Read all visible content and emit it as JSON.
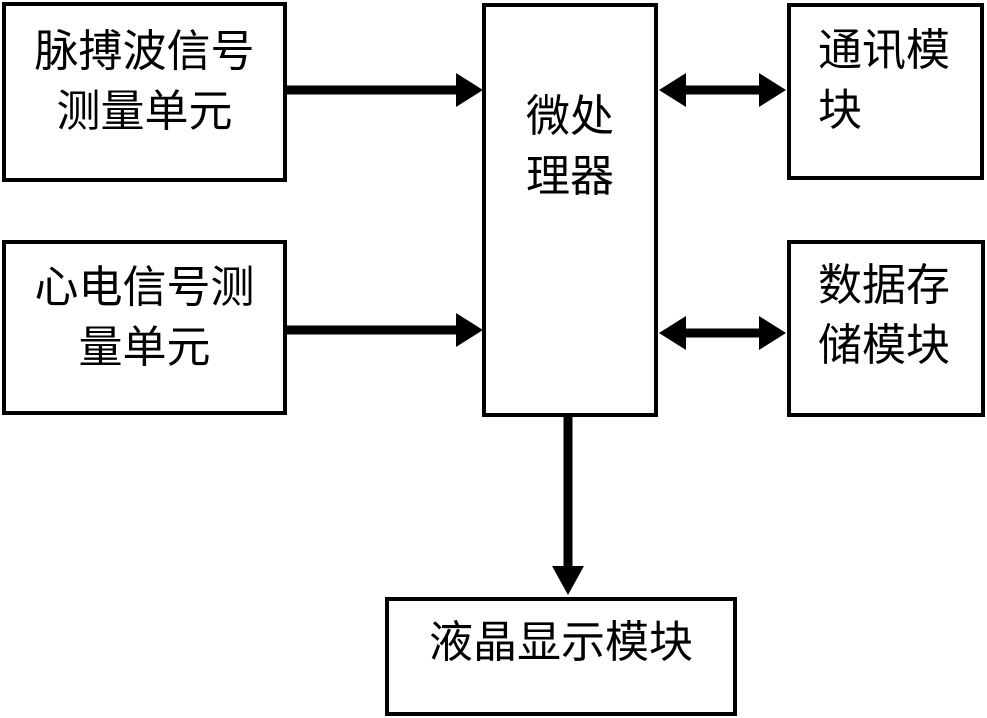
{
  "diagram": {
    "background_color": "#ffffff",
    "line_color": "#000000",
    "blocks": {
      "pulse_unit": {
        "lines": [
          "脉搏波信号",
          "测量单元"
        ]
      },
      "ecg_unit": {
        "lines": [
          "心电信号测",
          "量单元"
        ]
      },
      "microprocessor": {
        "lines": [
          "微处",
          "理器"
        ]
      },
      "comm_module": {
        "lines": [
          "通讯模",
          "块"
        ]
      },
      "storage_module": {
        "lines": [
          "数据存",
          "储模块"
        ]
      },
      "lcd_module": {
        "lines": [
          "液晶显示模块"
        ]
      }
    },
    "connections": [
      {
        "from": "pulse_unit",
        "to": "microprocessor",
        "direction": "one-way"
      },
      {
        "from": "ecg_unit",
        "to": "microprocessor",
        "direction": "one-way"
      },
      {
        "from": "microprocessor",
        "to": "comm_module",
        "direction": "two-way"
      },
      {
        "from": "microprocessor",
        "to": "storage_module",
        "direction": "two-way"
      },
      {
        "from": "microprocessor",
        "to": "lcd_module",
        "direction": "one-way"
      }
    ]
  }
}
